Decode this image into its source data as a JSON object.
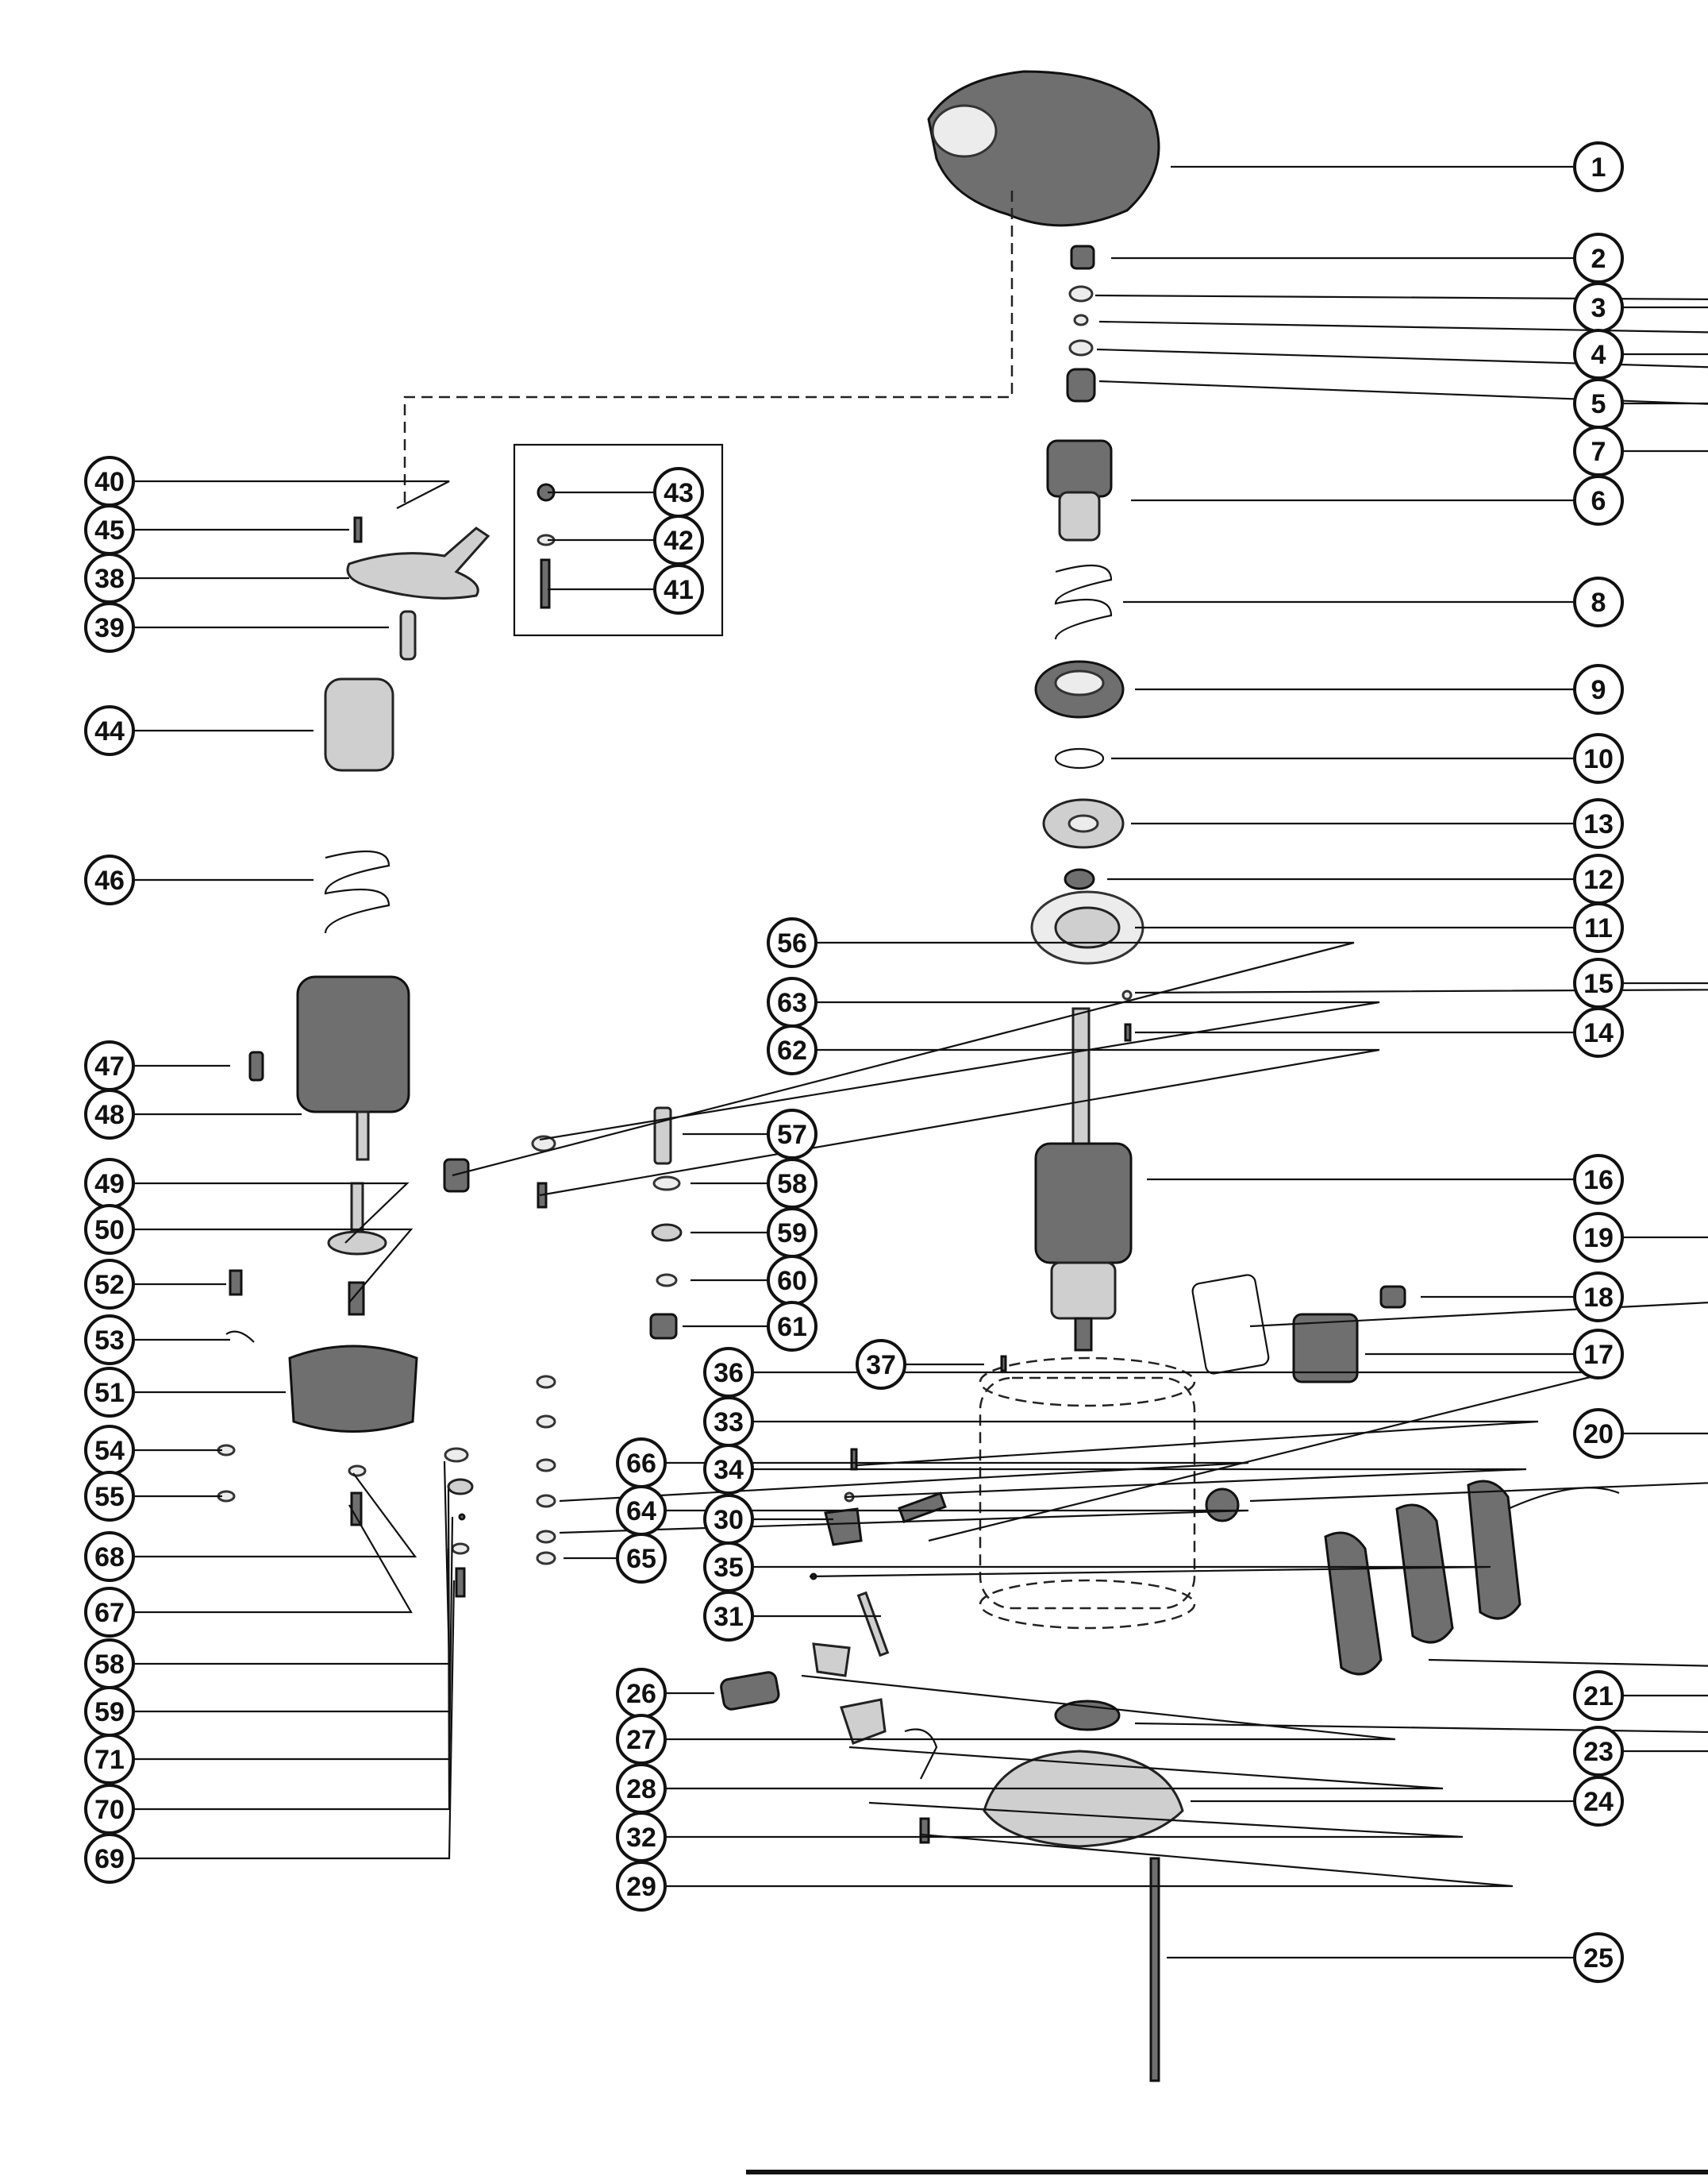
{
  "diagram": {
    "callouts": [
      {
        "id": "c1",
        "label": "1"
      },
      {
        "id": "c2",
        "label": "2"
      },
      {
        "id": "c3",
        "label": "3"
      },
      {
        "id": "c4",
        "label": "4"
      },
      {
        "id": "c5",
        "label": "5"
      },
      {
        "id": "c7",
        "label": "7"
      },
      {
        "id": "c6",
        "label": "6"
      },
      {
        "id": "c8",
        "label": "8"
      },
      {
        "id": "c9",
        "label": "9"
      },
      {
        "id": "c10",
        "label": "10"
      },
      {
        "id": "c13",
        "label": "13"
      },
      {
        "id": "c12",
        "label": "12"
      },
      {
        "id": "c11",
        "label": "11"
      },
      {
        "id": "c15",
        "label": "15"
      },
      {
        "id": "c14",
        "label": "14"
      },
      {
        "id": "c16",
        "label": "16"
      },
      {
        "id": "c19",
        "label": "19"
      },
      {
        "id": "c18",
        "label": "18"
      },
      {
        "id": "c17",
        "label": "17"
      },
      {
        "id": "c20",
        "label": "20"
      },
      {
        "id": "c21",
        "label": "21"
      },
      {
        "id": "c23",
        "label": "23"
      },
      {
        "id": "c24",
        "label": "24"
      },
      {
        "id": "c25",
        "label": "25"
      },
      {
        "id": "c40",
        "label": "40"
      },
      {
        "id": "c45",
        "label": "45"
      },
      {
        "id": "c38",
        "label": "38"
      },
      {
        "id": "c39",
        "label": "39"
      },
      {
        "id": "c43",
        "label": "43"
      },
      {
        "id": "c42",
        "label": "42"
      },
      {
        "id": "c41",
        "label": "41"
      },
      {
        "id": "c44",
        "label": "44"
      },
      {
        "id": "c46",
        "label": "46"
      },
      {
        "id": "c47",
        "label": "47"
      },
      {
        "id": "c48",
        "label": "48"
      },
      {
        "id": "c49",
        "label": "49"
      },
      {
        "id": "c50",
        "label": "50"
      },
      {
        "id": "c52",
        "label": "52"
      },
      {
        "id": "c53",
        "label": "53"
      },
      {
        "id": "c51",
        "label": "51"
      },
      {
        "id": "c54",
        "label": "54"
      },
      {
        "id": "c55",
        "label": "55"
      },
      {
        "id": "c68",
        "label": "68"
      },
      {
        "id": "c67",
        "label": "67"
      },
      {
        "id": "c58b",
        "label": "58"
      },
      {
        "id": "c59b",
        "label": "59"
      },
      {
        "id": "c71",
        "label": "71"
      },
      {
        "id": "c70",
        "label": "70"
      },
      {
        "id": "c69",
        "label": "69"
      },
      {
        "id": "c56",
        "label": "56"
      },
      {
        "id": "c63",
        "label": "63"
      },
      {
        "id": "c62",
        "label": "62"
      },
      {
        "id": "c57",
        "label": "57"
      },
      {
        "id": "c58",
        "label": "58"
      },
      {
        "id": "c59",
        "label": "59"
      },
      {
        "id": "c60",
        "label": "60"
      },
      {
        "id": "c61",
        "label": "61"
      },
      {
        "id": "c66",
        "label": "66"
      },
      {
        "id": "c64",
        "label": "64"
      },
      {
        "id": "c65",
        "label": "65"
      },
      {
        "id": "c36",
        "label": "36"
      },
      {
        "id": "c33",
        "label": "33"
      },
      {
        "id": "c34",
        "label": "34"
      },
      {
        "id": "c30",
        "label": "30"
      },
      {
        "id": "c35",
        "label": "35"
      },
      {
        "id": "c31",
        "label": "31"
      },
      {
        "id": "c37",
        "label": "37"
      },
      {
        "id": "c26",
        "label": "26"
      },
      {
        "id": "c27",
        "label": "27"
      },
      {
        "id": "c28",
        "label": "28"
      },
      {
        "id": "c32",
        "label": "32"
      },
      {
        "id": "c29",
        "label": "29"
      }
    ]
  }
}
